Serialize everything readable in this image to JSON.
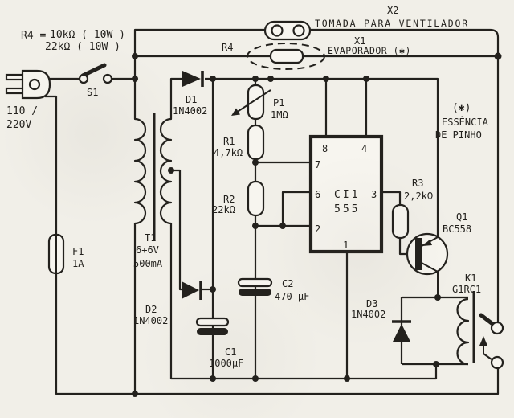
{
  "colors": {
    "ink": "#23211d",
    "paper": "#f1efe8"
  },
  "labels": {
    "r4_note": {
      "prefix": "R4 =",
      "line1": "10kΩ ( 10W )",
      "line2": "22kΩ ( 10W )"
    },
    "plug": {
      "line1": "110 /",
      "line2": "220V"
    },
    "s1": {
      "name": "S1"
    },
    "f1": {
      "name": "F1",
      "value": "1A"
    },
    "t1": {
      "name": "T1",
      "value1": "6+6V",
      "value2": "500mA"
    },
    "d1": {
      "name": "D1",
      "value": "1N4002"
    },
    "d2": {
      "name": "D2",
      "value": "1N4002"
    },
    "d3": {
      "name": "D3",
      "value": "1N4002"
    },
    "p1": {
      "name": "P1",
      "value": "1MΩ"
    },
    "r1": {
      "name": "R1",
      "value": "4,7kΩ"
    },
    "r2": {
      "name": "R2",
      "value": "22kΩ"
    },
    "r3": {
      "name": "R3",
      "value": "2,2kΩ"
    },
    "r4": {
      "name": "R4"
    },
    "c1": {
      "name": "C1",
      "value": "1000µF"
    },
    "c2": {
      "name": "C2",
      "value": "470 µF"
    },
    "ic": {
      "name": "CI1",
      "value": "555",
      "pin1": "1",
      "pin2": "2",
      "pin3": "3",
      "pin4": "4",
      "pin6": "6",
      "pin7": "7",
      "pin8": "8"
    },
    "q1": {
      "name": "Q1",
      "value": "BC558"
    },
    "k1": {
      "name": "K1",
      "value": "G1RC1"
    },
    "x2": {
      "name": "X2",
      "desc": "TOMADA PARA VENTILADOR"
    },
    "x1": {
      "name": "X1",
      "desc": "EVAPORADOR (✱)"
    },
    "note": {
      "sym": "(✱)",
      "line1": "ESSÊNCIA",
      "line2": "DE PINHO"
    }
  }
}
